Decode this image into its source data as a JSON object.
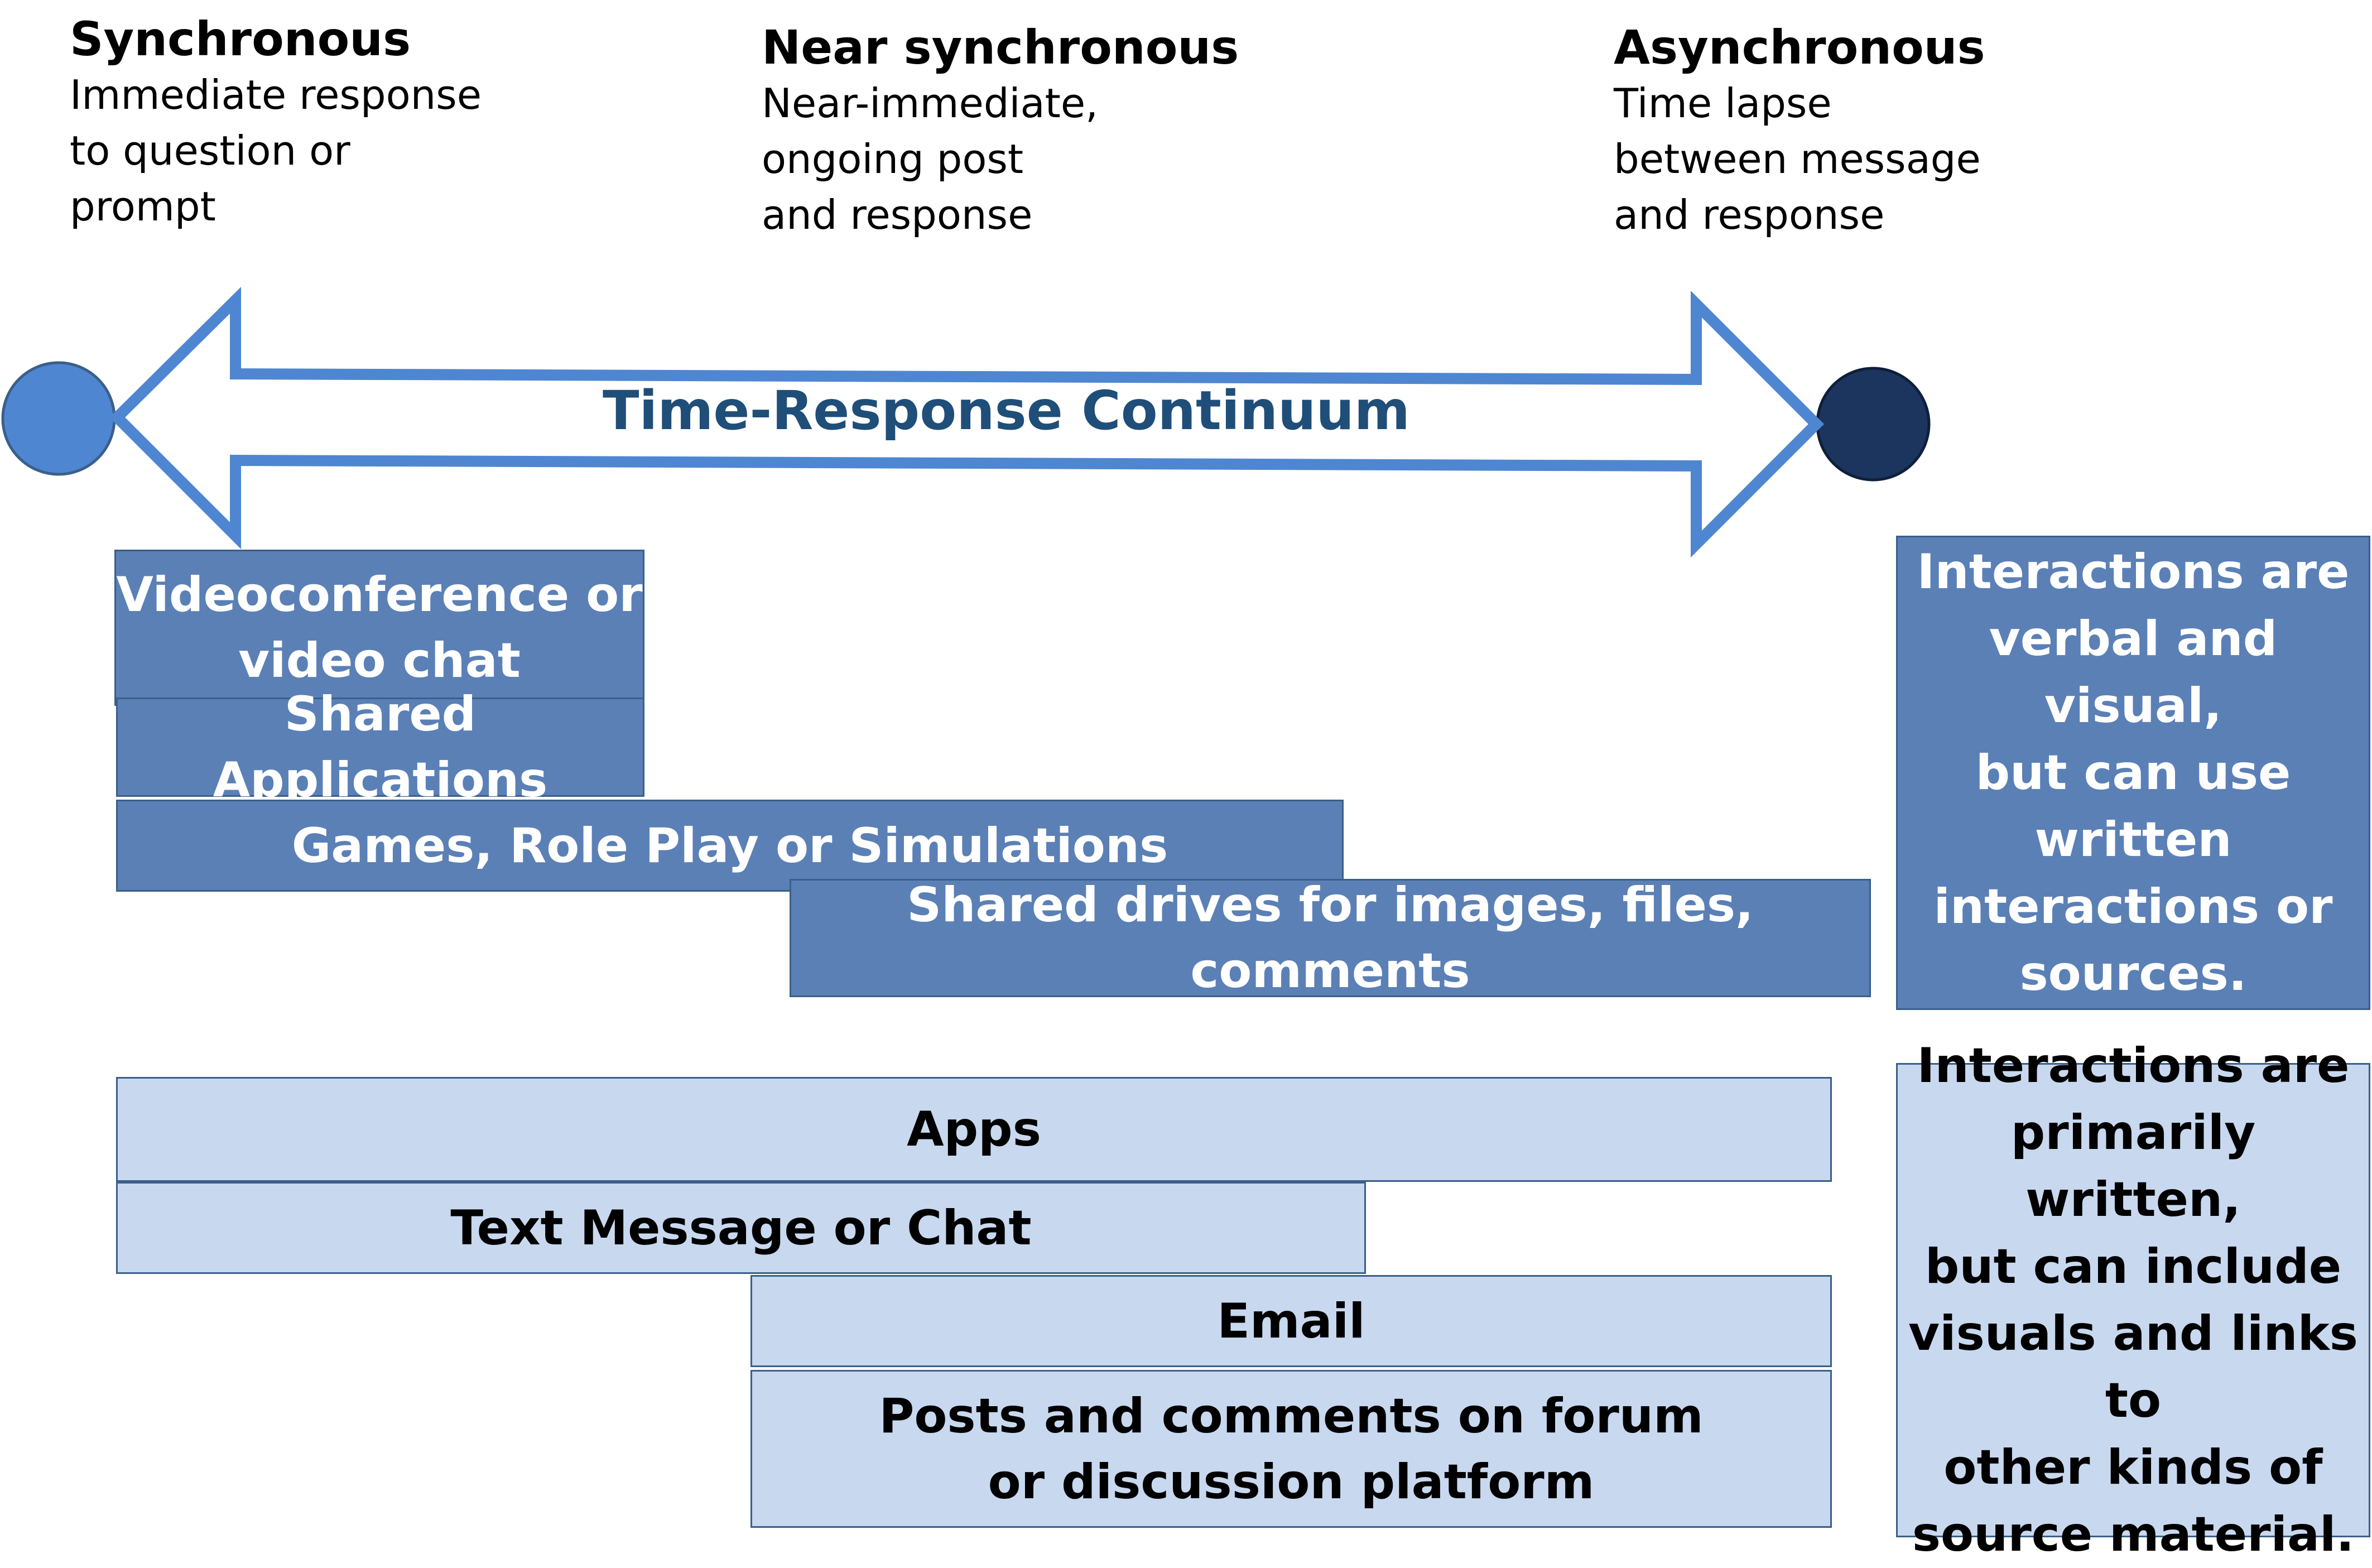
{
  "headers": [
    {
      "title": "Synchronous",
      "desc": "Immediate response\nto question or\nprompt"
    },
    {
      "title": "Near synchronous",
      "desc": "Near-immediate,\nongoing post\nand response"
    },
    {
      "title": "Asynchronous",
      "desc": "Time lapse\nbetween message\nand response"
    }
  ],
  "arrow": {
    "label": "Time-Response Continuum"
  },
  "verbal_visual": [
    "Videoconference or\nvideo chat",
    "Shared Applications",
    "Games, Role Play or Simulations",
    "Shared drives for images, files, comments"
  ],
  "written": [
    "Apps",
    "Text Message or Chat",
    "Email",
    "Posts and comments on forum\nor discussion platform"
  ],
  "side_notes": {
    "verbal": "Interactions are\nverbal and visual,\nbut can use\nwritten\ninteractions or\nsources.",
    "written": "Interactions are\nprimarily written,\nbut can include\nvisuals and links to\nother kinds of\nsource material."
  },
  "colors": {
    "arrow_stroke": "#4f86d1",
    "start_circle": "#4f86d1",
    "end_circle": "#1b355e",
    "label": "#1f4e79",
    "dark_box": "#5b80b6",
    "light_box": "#c8d8ef"
  }
}
